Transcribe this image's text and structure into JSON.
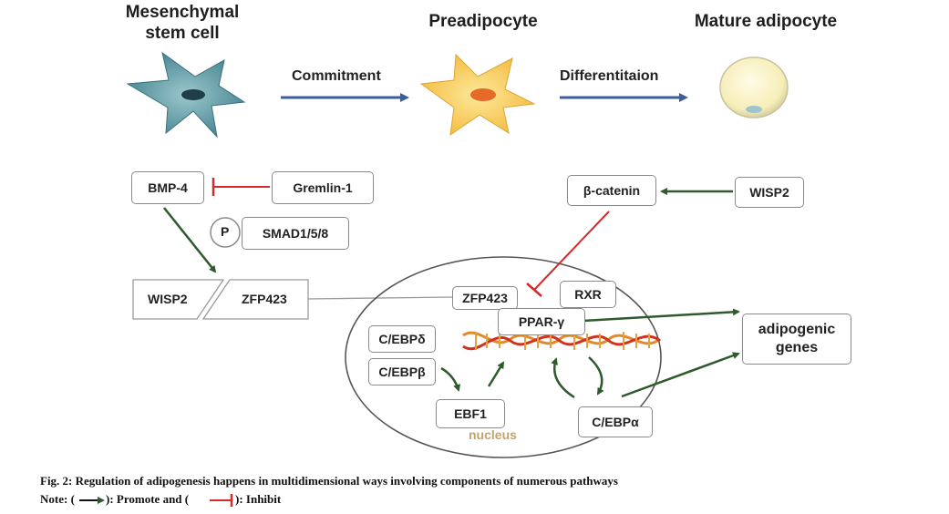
{
  "stages": {
    "msc": {
      "line1": "Mesenchymal",
      "line2": "stem cell"
    },
    "preadipocyte": "Preadipocyte",
    "mature": "Mature adipocyte",
    "commitment": "Commitment",
    "differentiation": "Differentitaion"
  },
  "nodes": {
    "bmp4": "BMP-4",
    "gremlin1": "Gremlin-1",
    "p": "P",
    "smad": "SMAD1/5/8",
    "wisp2_left": "WISP2",
    "zfp423_left": "ZFP423",
    "beta_catenin": "β-catenin",
    "wisp2_right": "WISP2",
    "zfp423_nuc": "ZFP423",
    "rxr": "RXR",
    "pparg": "PPAR-γ",
    "cebpd": "C/EBPδ",
    "cebpb": "C/EBPβ",
    "ebf1": "EBF1",
    "cebpa": "C/EBPα",
    "adipogenic1": "adipogenic",
    "adipogenic2": "genes",
    "nucleus": "nucleus"
  },
  "caption": {
    "fig": "Fig. 2: Regulation of adipogenesis happens in multidimensional ways involving components of numerous pathways",
    "note_prefix": "Note: (",
    "note_mid": "): Promote and (",
    "note_end": "): Inhibit"
  },
  "colors": {
    "promote": "#2e5a2e",
    "inhibit": "#d42a2a",
    "stage_arrow": "#3e5e9a",
    "cell_teal": "#4d8a96",
    "cell_yellow": "#f5c64a"
  }
}
